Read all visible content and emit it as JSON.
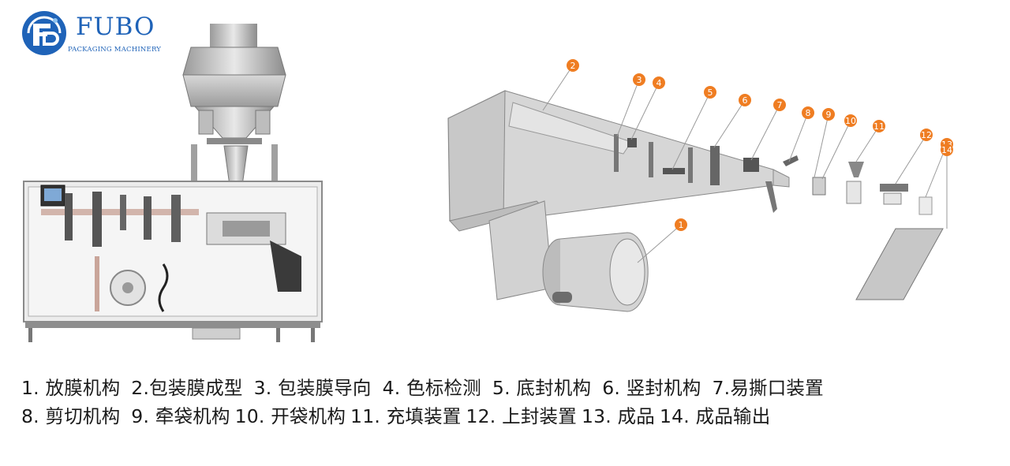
{
  "brand": {
    "name": "FUBO",
    "subtitle": "PACKAGING MACHINERY",
    "color": "#1f63b8"
  },
  "callouts": [
    "1",
    "2",
    "3",
    "4",
    "5",
    "6",
    "7",
    "8",
    "9",
    "10",
    "11",
    "12",
    "13",
    "14"
  ],
  "callout_color": "#ef7d22",
  "legend": {
    "line1": [
      "1. 放膜机构",
      "2.包装膜成型",
      "3. 包装膜导向",
      "4. 色标检测",
      "5. 底封机构",
      "6. 竖封机构",
      "7.易撕口装置"
    ],
    "line2": [
      "8. 剪切机构",
      "9. 牵袋机构",
      "10. 开袋机构",
      "11. 充填装置",
      "12. 上封装置",
      "13. 成品",
      "14. 成品输出"
    ]
  }
}
